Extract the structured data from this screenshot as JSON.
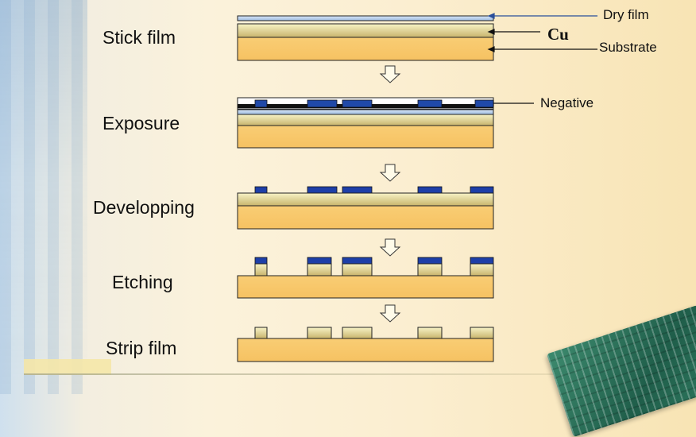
{
  "steps": [
    {
      "label": "Stick film"
    },
    {
      "label": "Exposure"
    },
    {
      "label": "Developping"
    },
    {
      "label": "Etching"
    },
    {
      "label": "Strip film"
    }
  ],
  "callouts": {
    "dry_film": "Dry film",
    "cu": "Cu",
    "substrate": "Substrate",
    "negative": "Negative"
  },
  "colors": {
    "dry_film": "#b9d0ea",
    "cu_top": "#f3eeb4",
    "cu_bottom": "#c9b36a",
    "substrate": "#f8c96e",
    "resist": "#1d3fa8",
    "outline": "#222222"
  },
  "icons": [
    "down-arrow-icon"
  ]
}
